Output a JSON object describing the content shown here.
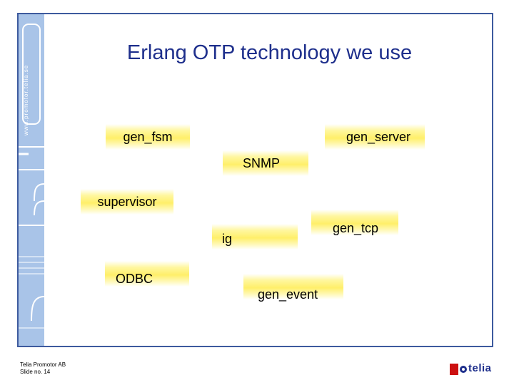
{
  "slide": {
    "title": "Erlang OTP technology we use",
    "sidebar_url": "www.promotor.telia.se",
    "tags": [
      {
        "label": "gen_fsm"
      },
      {
        "label": "gen_server"
      },
      {
        "label": "SNMP"
      },
      {
        "label": "supervisor"
      },
      {
        "label": "ig"
      },
      {
        "label": "gen_tcp"
      },
      {
        "label": "ODBC"
      },
      {
        "label": "gen_event"
      }
    ]
  },
  "footer": {
    "company": "Telia Promotor AB",
    "slide_no": "Slide no. 14"
  },
  "logo": {
    "text": "telia",
    "brand_color": "#1e2f8c",
    "accent_color": "#cc1010"
  },
  "colors": {
    "frame": "#3d5a9e",
    "sidebar": "#a9c4e8",
    "title": "#1e2f8c",
    "tag_fill": "#ffef6a"
  }
}
